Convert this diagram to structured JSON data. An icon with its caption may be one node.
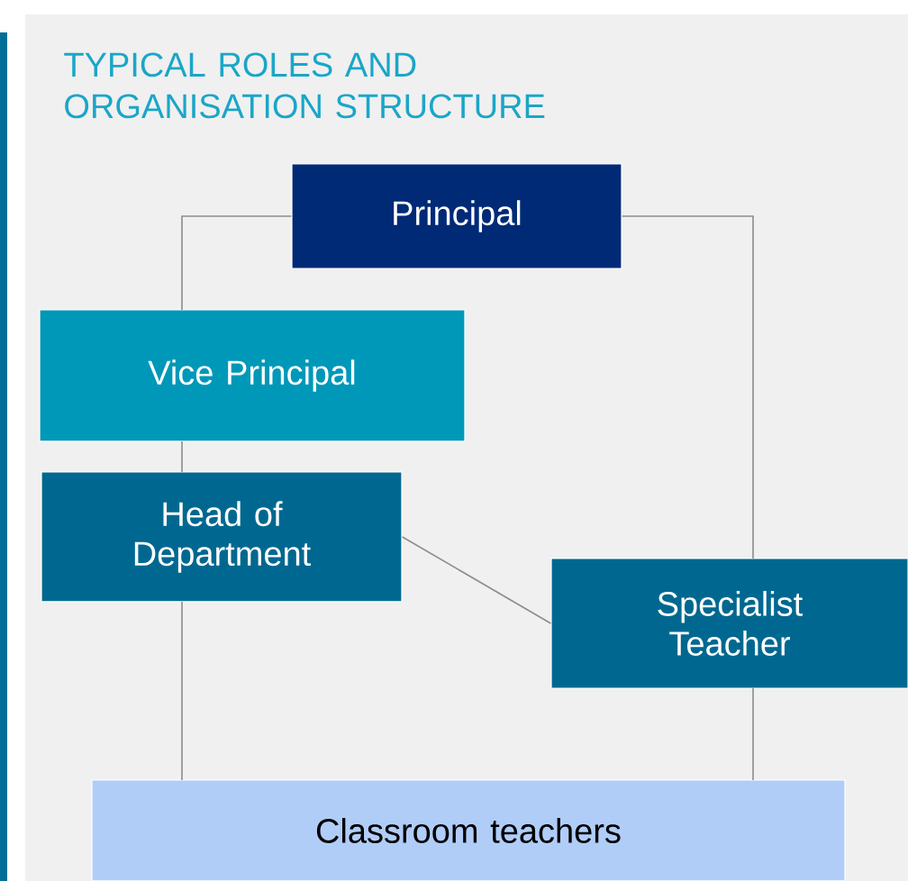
{
  "diagram": {
    "title": "TYPICAL ROLES AND ORGANISATION STRUCTURE",
    "nodes": [
      {
        "text": [
          "Principal"
        ]
      },
      {
        "text": [
          "Vice Principal"
        ]
      },
      {
        "text": [
          "Head of Department"
        ]
      },
      {
        "text": [
          "Specialist Teacher"
        ]
      },
      {
        "text": [
          "Classroom teachers"
        ]
      }
    ],
    "edges": [
      {
        "from": 0,
        "to": 1,
        "arrow": "none"
      },
      {
        "from": 0,
        "to": 3,
        "arrow": "none"
      },
      {
        "from": 1,
        "to": 2,
        "arrow": "none"
      },
      {
        "from": 2,
        "to": 3,
        "arrow": "none"
      },
      {
        "from": 2,
        "to": 4,
        "arrow": "none"
      },
      {
        "from": 3,
        "to": 4,
        "arrow": "none"
      }
    ]
  }
}
